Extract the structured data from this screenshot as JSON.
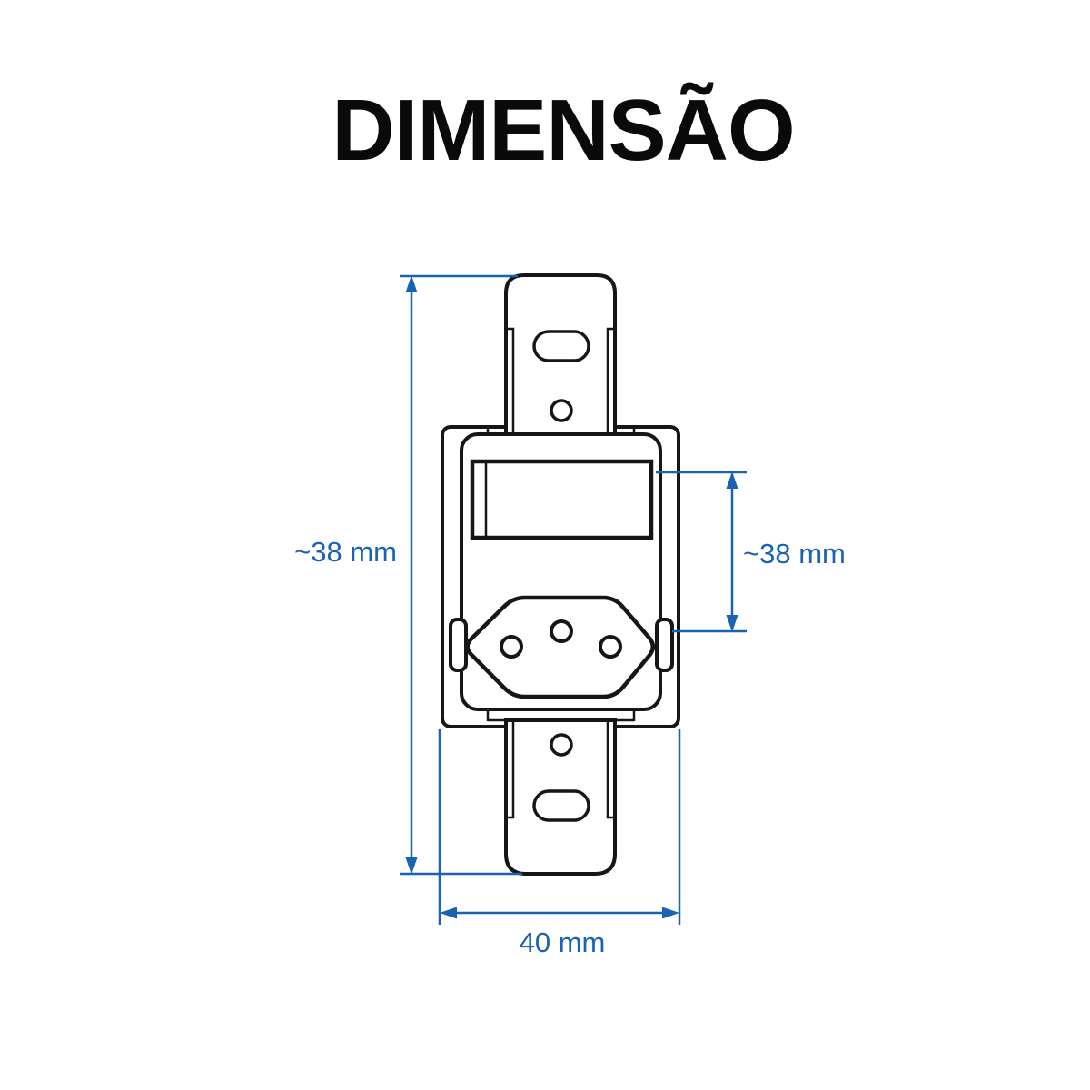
{
  "title": {
    "text": "DIMENSÃO"
  },
  "colors": {
    "background": "#ffffff",
    "outline": "#161616",
    "dimension_blue": "#1a63b2",
    "title_black": "#0a0a0a"
  },
  "diagram": {
    "type": "technical-dimension-drawing",
    "subject": "wall outlet module with mounting brackets, display window and Brazilian 3-pin socket, front view",
    "dimensions": {
      "overall_height": {
        "label": "~38 mm",
        "orientation": "vertical",
        "position": "left"
      },
      "window_to_socket": {
        "label": "~38 mm",
        "orientation": "vertical",
        "position": "right"
      },
      "body_width": {
        "label": "40 mm",
        "orientation": "horizontal",
        "position": "bottom"
      }
    }
  }
}
